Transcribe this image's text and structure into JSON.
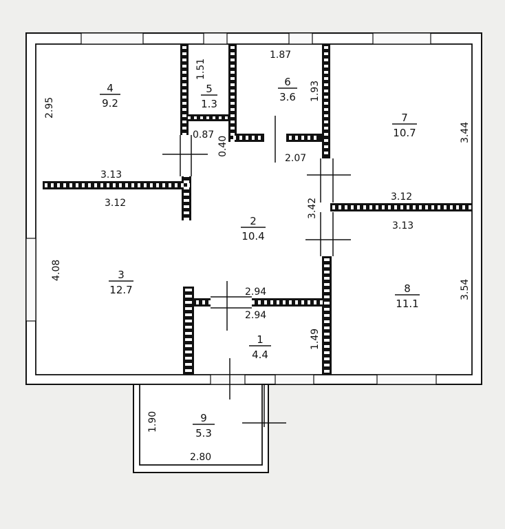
{
  "rooms": [
    {
      "id": "1",
      "area": "4.4"
    },
    {
      "id": "2",
      "area": "10.4"
    },
    {
      "id": "3",
      "area": "12.7"
    },
    {
      "id": "4",
      "area": "9.2"
    },
    {
      "id": "5",
      "area": "1.3"
    },
    {
      "id": "6",
      "area": "3.6"
    },
    {
      "id": "7",
      "area": "10.7"
    },
    {
      "id": "8",
      "area": "11.1"
    },
    {
      "id": "9",
      "area": "5.3"
    }
  ],
  "dimensions": {
    "room4_height": "2.95",
    "room4_width_bottom": "3.13",
    "room3_width_top": "3.12",
    "room3_height": "4.08",
    "room5_height": "1.51",
    "room5_width": "0.87",
    "gap_width": "0.40",
    "room6_width": "1.87",
    "room6_height": "1.93",
    "room6_bottom_width": "2.07",
    "room7_height": "3.44",
    "room7_width_bottom": "3.12",
    "room8_width_top": "3.13",
    "room8_height": "3.54",
    "hall_height": "3.42",
    "room1_width_top": "2.94",
    "room1_width_inner": "2.94",
    "room1_height": "1.49",
    "porch_height": "1.90",
    "porch_width": "2.80"
  }
}
